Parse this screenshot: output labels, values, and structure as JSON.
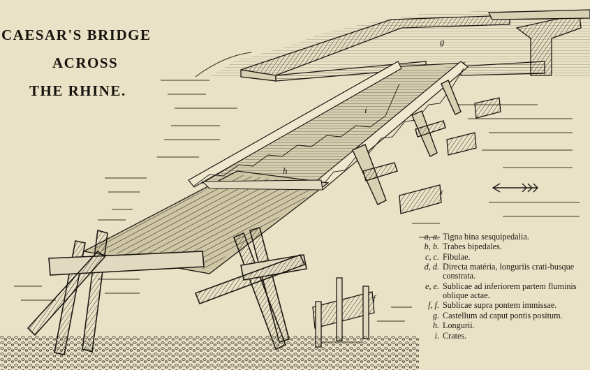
{
  "title": {
    "lines": [
      "CAESAR'S BRIDGE",
      "ACROSS",
      "THE RHINE."
    ]
  },
  "figure_letters": {
    "castellum": "g",
    "deck": "i",
    "beam": "h",
    "fence_right": "f",
    "fence_bottom": "f"
  },
  "legend": [
    {
      "key": "a, a.",
      "text": "Tigna bina sesquipedalia."
    },
    {
      "key": "b, b.",
      "text": "Trabes bipedales."
    },
    {
      "key": "c, c.",
      "text": "Fibulae."
    },
    {
      "key": "d, d.",
      "text": "Directa matéria, longuriis crati-busque constrata."
    },
    {
      "key": "e, e.",
      "text": "Sublicae ad inferiorem partem fluminis oblique actae."
    },
    {
      "key": "f, f.",
      "text": "Sublicae supra pontem immissae."
    },
    {
      "key": "g.",
      "text": "Castellum ad caput pontis positum."
    },
    {
      "key": "h.",
      "text": "Longurii."
    },
    {
      "key": "i.",
      "text": "Crates."
    }
  ],
  "colors": {
    "paper": "#e9e2c6",
    "ink": "#1b1812"
  }
}
